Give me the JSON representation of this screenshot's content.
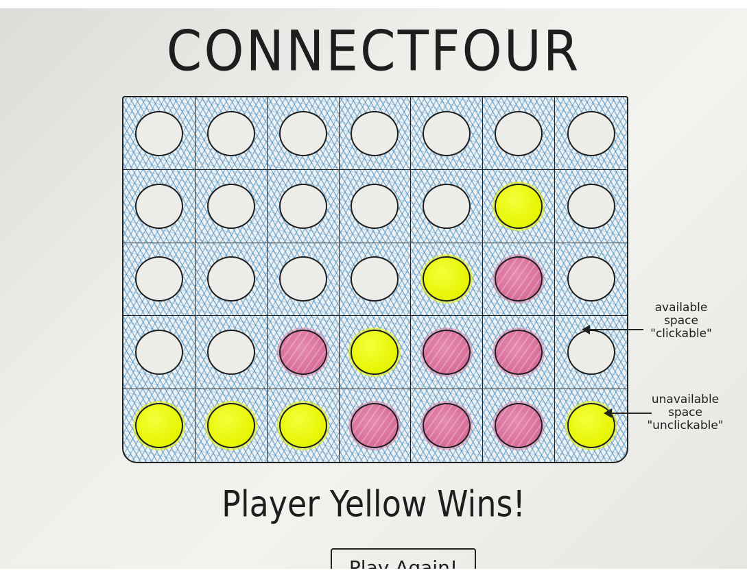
{
  "title": "CONNECTFOUR",
  "board": {
    "columns": 7,
    "rows": [
      [
        "empty",
        "empty",
        "empty",
        "empty",
        "empty",
        "empty",
        "empty"
      ],
      [
        "empty",
        "empty",
        "empty",
        "empty",
        "empty",
        "yellow",
        "empty"
      ],
      [
        "empty",
        "empty",
        "empty",
        "empty",
        "yellow",
        "pink",
        "empty"
      ],
      [
        "empty",
        "empty",
        "pink",
        "yellow",
        "pink",
        "pink",
        "empty"
      ],
      [
        "yellow",
        "yellow",
        "yellow",
        "pink",
        "pink",
        "pink",
        "yellow"
      ]
    ]
  },
  "colors": {
    "yellow": "#e6f500",
    "pink": "#d76b98",
    "grid_scribble": "#2e80ba"
  },
  "status": {
    "message": "Player Yellow Wins!"
  },
  "play_again": {
    "label": "Play Again!"
  },
  "annotations": {
    "available": [
      "available",
      "space",
      "\"clickable\""
    ],
    "unavailable": [
      "unavailable",
      "space",
      "\"unclickable\""
    ]
  }
}
